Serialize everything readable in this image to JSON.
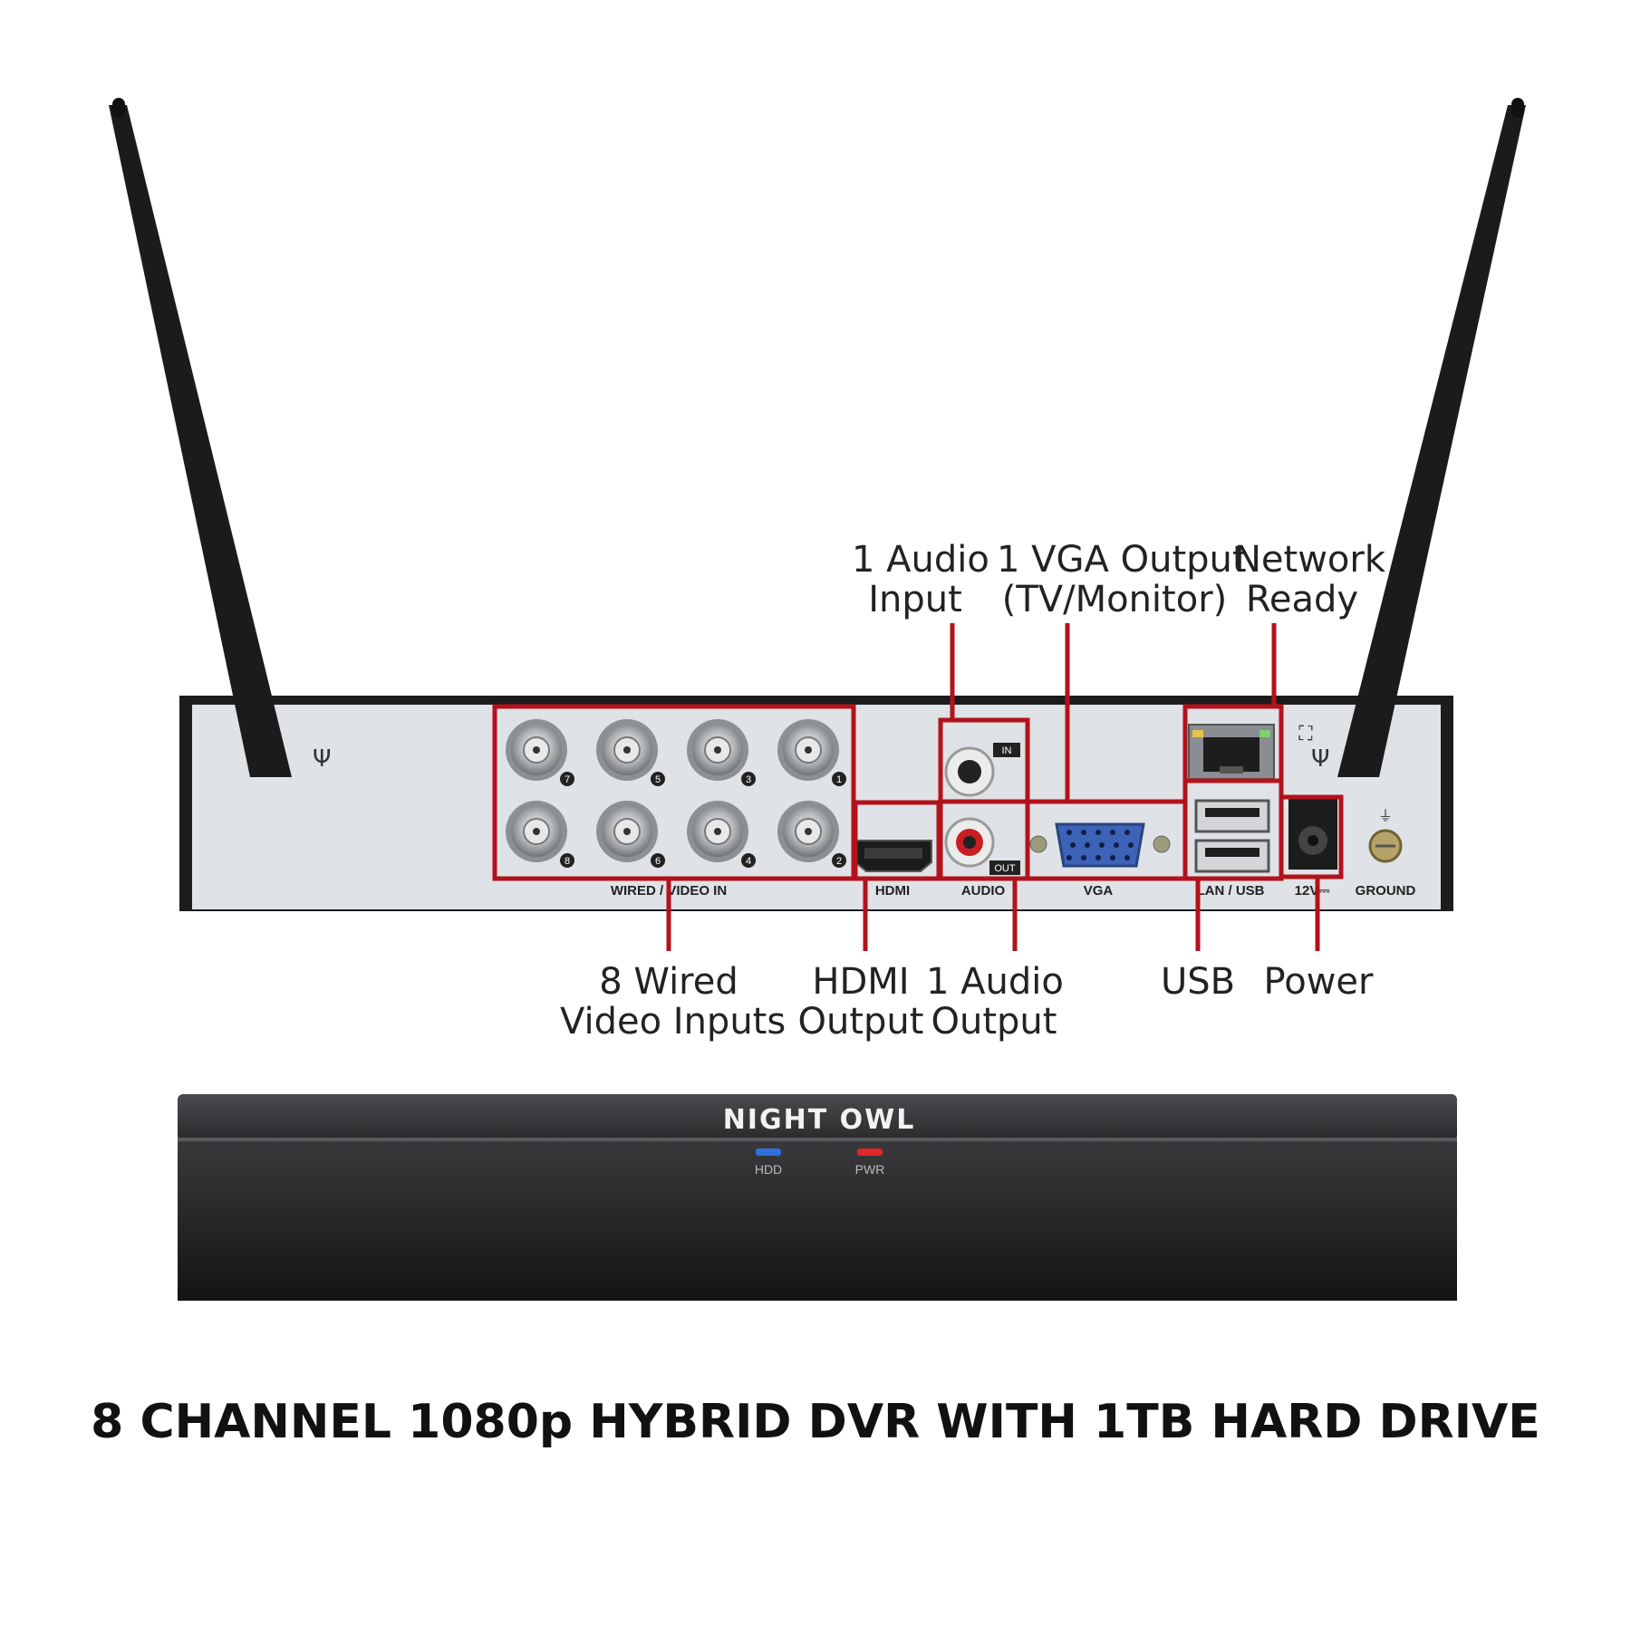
{
  "callouts": {
    "audio_input": [
      "1 Audio",
      "Input"
    ],
    "vga_output": [
      "1 VGA Output",
      "(TV/Monitor)"
    ],
    "network": [
      "Network",
      "Ready"
    ],
    "video_inputs": [
      "8 Wired",
      "Video Inputs"
    ],
    "hdmi": [
      "HDMI",
      "Output"
    ],
    "audio_output": [
      "1 Audio",
      "Output"
    ],
    "usb": [
      "USB"
    ],
    "power": [
      "Power"
    ]
  },
  "port_labels": {
    "video_in": "WIRED / VIDEO IN",
    "hdmi": "HDMI",
    "audio": "AUDIO",
    "vga": "VGA",
    "lan_usb": "LAN / USB",
    "power": "12V⎓",
    "ground": "GROUND",
    "audio_in_tag": "IN",
    "audio_out_tag": "OUT"
  },
  "channel_numbers": [
    "7",
    "5",
    "3",
    "1",
    "8",
    "6",
    "4",
    "2"
  ],
  "front_panel": {
    "brand": "NIGHT OWL",
    "leds": [
      {
        "label": "HDD",
        "color": "#2f6fe0"
      },
      {
        "label": "PWR",
        "color": "#e02626"
      }
    ]
  },
  "title": "8 CHANNEL 1080p HYBRID DVR WITH 1TB HARD DRIVE",
  "colors": {
    "highlight": "#b3121b",
    "panel": "#dfe2e6",
    "chassis": "#1c1c1e"
  }
}
